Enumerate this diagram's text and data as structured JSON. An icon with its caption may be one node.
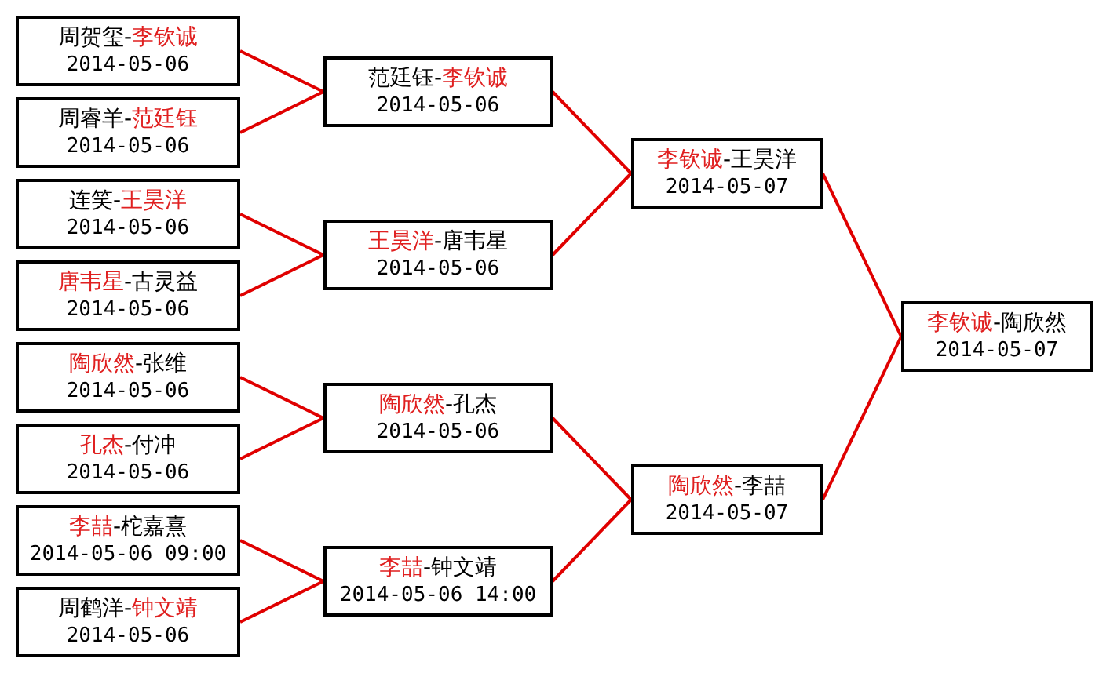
{
  "diagram": {
    "nodes": [
      {
        "text": [
          "周贺玺-**李钦诚**",
          "2014-05-06"
        ]
      },
      {
        "text": [
          "周睿羊-**范廷钰**",
          "2014-05-06"
        ]
      },
      {
        "text": [
          "连笑-**王昊洋**",
          "2014-05-06"
        ]
      },
      {
        "text": [
          "**唐韦星**-古灵益",
          "2014-05-06"
        ]
      },
      {
        "text": [
          "**陶欣然**-张维",
          "2014-05-06"
        ]
      },
      {
        "text": [
          "**孔杰**-付冲",
          "2014-05-06"
        ]
      },
      {
        "text": [
          "**李喆**-柁嘉熹",
          "2014-05-06 09:00"
        ]
      },
      {
        "text": [
          "周鹤洋-**钟文靖**",
          "2014-05-06"
        ]
      },
      {
        "text": [
          "范廷钰-**李钦诚**",
          "2014-05-06"
        ]
      },
      {
        "text": [
          "**王昊洋**-唐韦星",
          "2014-05-06"
        ]
      },
      {
        "text": [
          "**陶欣然**-孔杰",
          "2014-05-06"
        ]
      },
      {
        "text": [
          "**李喆**-钟文靖",
          "2014-05-06 14:00"
        ]
      },
      {
        "text": [
          "**李钦诚**-王昊洋",
          "2014-05-07"
        ]
      },
      {
        "text": [
          "**陶欣然**-李喆",
          "2014-05-07"
        ]
      },
      {
        "text": [
          "**李钦诚**-陶欣然",
          "2014-05-07"
        ]
      }
    ],
    "edges": [
      {
        "from": 0,
        "to": 8,
        "arrow": "none"
      },
      {
        "from": 1,
        "to": 8,
        "arrow": "none"
      },
      {
        "from": 2,
        "to": 9,
        "arrow": "none"
      },
      {
        "from": 3,
        "to": 9,
        "arrow": "none"
      },
      {
        "from": 4,
        "to": 10,
        "arrow": "none"
      },
      {
        "from": 5,
        "to": 10,
        "arrow": "none"
      },
      {
        "from": 6,
        "to": 11,
        "arrow": "none"
      },
      {
        "from": 7,
        "to": 11,
        "arrow": "none"
      },
      {
        "from": 8,
        "to": 12,
        "arrow": "none"
      },
      {
        "from": 9,
        "to": 12,
        "arrow": "none"
      },
      {
        "from": 10,
        "to": 13,
        "arrow": "none"
      },
      {
        "from": 11,
        "to": 13,
        "arrow": "none"
      },
      {
        "from": 12,
        "to": 14,
        "arrow": "none"
      },
      {
        "from": 13,
        "to": 14,
        "arrow": "none"
      }
    ]
  }
}
